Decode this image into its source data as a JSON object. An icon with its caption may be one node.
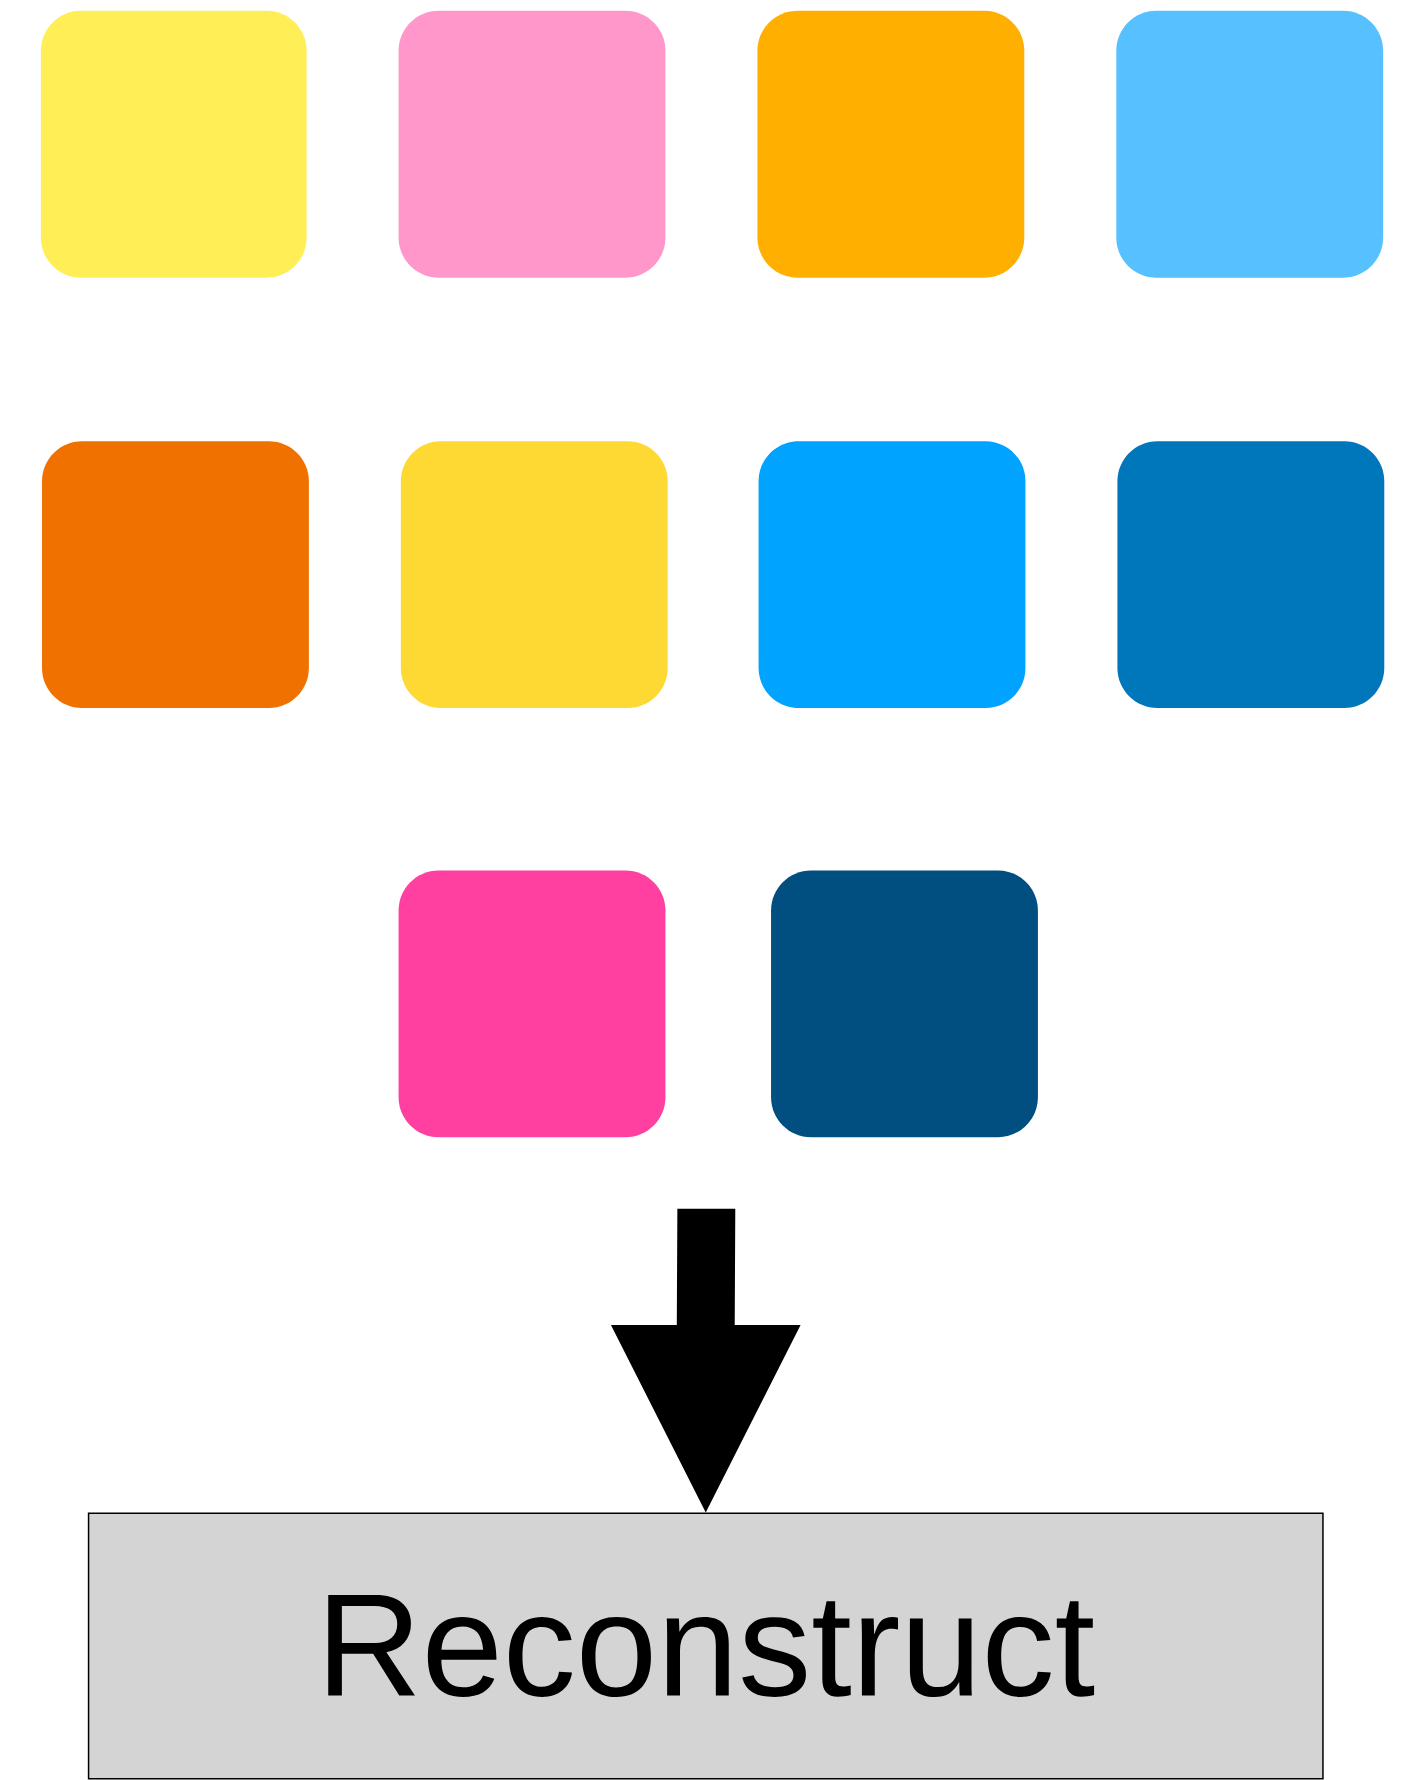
{
  "diagram": {
    "nodes": [
      {
        "text": [],
        "shape": "box"
      },
      {
        "text": [],
        "shape": "box"
      },
      {
        "text": [],
        "shape": "box"
      },
      {
        "text": [],
        "shape": "box"
      },
      {
        "text": [],
        "shape": "box"
      },
      {
        "text": [],
        "shape": "box"
      },
      {
        "text": [],
        "shape": "box"
      },
      {
        "text": [],
        "shape": "box"
      },
      {
        "text": [],
        "shape": "box"
      },
      {
        "text": [],
        "shape": "box"
      },
      {
        "text": [
          "Reconstruct"
        ]
      }
    ],
    "edges": [
      {
        "from": null,
        "to": 10,
        "arrow": "to"
      }
    ]
  }
}
